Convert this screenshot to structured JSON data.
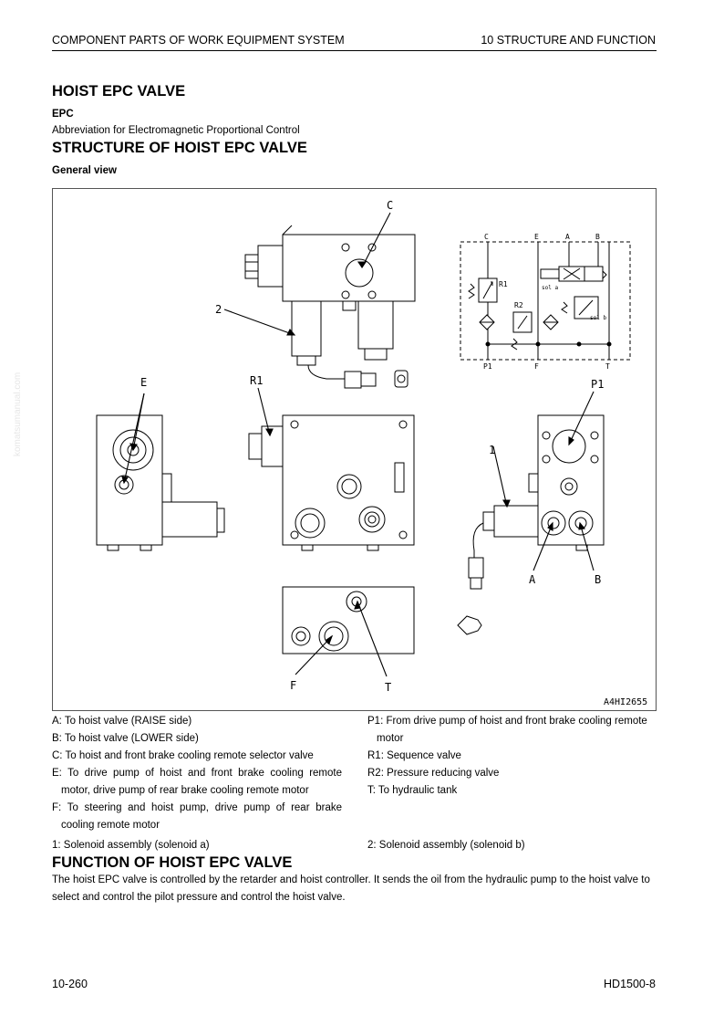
{
  "header": {
    "left": "COMPONENT PARTS OF WORK EQUIPMENT SYSTEM",
    "right": "10 STRUCTURE AND FUNCTION"
  },
  "title": "HOIST EPC VALVE",
  "epc": {
    "label": "EPC",
    "definition": "Abbreviation for Electromagnetic Proportional Control"
  },
  "structure": {
    "heading": "STRUCTURE OF HOIST EPC VALVE",
    "subheading": "General view"
  },
  "figure": {
    "code": "A4HI2655",
    "callouts": {
      "c_top": "C",
      "num2": "2",
      "e": "E",
      "r1": "R1",
      "p1": "P1",
      "num1": "1",
      "a": "A",
      "b": "B",
      "f": "F",
      "t": "T"
    },
    "schematic": {
      "c": "C",
      "e": "E",
      "a": "A",
      "b": "B",
      "r1": "R1",
      "r2": "R2",
      "sol_a": "sol a",
      "sol_b": "sol b",
      "p1": "P1",
      "f": "F",
      "t": "T"
    }
  },
  "legend_left": [
    "A: To hoist valve (RAISE side)",
    "B: To hoist valve (LOWER side)",
    "C: To hoist and front brake cooling remote selector valve",
    "E: To drive pump of hoist and front brake cooling remote motor, drive pump of rear brake cooling remote motor",
    "F: To steering and hoist pump, drive pump of rear brake cooling remote motor"
  ],
  "legend_right": [
    "P1: From drive pump of hoist and front brake cooling remote motor",
    "R1: Sequence valve",
    "R2: Pressure reducing valve",
    "T: To hydraulic tank"
  ],
  "solenoids": {
    "s1": "1: Solenoid assembly (solenoid a)",
    "s2": "2: Solenoid assembly (solenoid b)"
  },
  "function": {
    "heading": "FUNCTION OF HOIST EPC VALVE",
    "text": "The hoist EPC valve is controlled by the retarder and hoist controller. It sends the oil from the hydraulic pump to the hoist valve to select and control the pilot pressure and control the hoist valve."
  },
  "footer": {
    "page": "10-260",
    "model": "HD1500-8"
  },
  "watermark": "komatsumanual.com"
}
